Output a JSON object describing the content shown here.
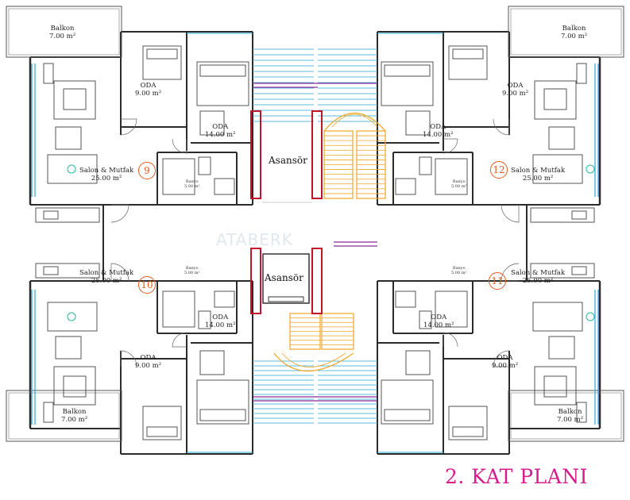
{
  "plan_title": "2. KAT PLANI",
  "watermark": "ATABERK",
  "colors": {
    "wall": "#2b2b2b",
    "cyan": "#25a9d6",
    "stair": "#f0a524",
    "elevator": "#c0142c",
    "purple": "#8b2a9a",
    "title": "#d81b8c",
    "unit_number": "#e35a1c",
    "bath_fill": "#5aa9d0"
  },
  "units": {
    "u9": {
      "number": "9",
      "balkon": "Balkon",
      "balkon_area": "7.00 m²",
      "oda_small": "ODA",
      "oda_small_area": "9.00 m²",
      "oda_large": "ODA",
      "oda_large_area": "14.00 m²",
      "salon": "Salon & Mutfak",
      "salon_area": "25.00 m²",
      "banyo": "Banyo",
      "banyo_area": "5.00 m²"
    },
    "u12": {
      "number": "12",
      "balkon": "Balkon",
      "balkon_area": "7.00 m²",
      "oda_small": "ODA",
      "oda_small_area": "9.00 m²",
      "oda_large": "ODA",
      "oda_large_area": "14.00 m²",
      "salon": "Salon & Mutfak",
      "salon_area": "25.00 m²",
      "banyo": "Banyo",
      "banyo_area": "5.00 m²"
    },
    "u10": {
      "number": "10",
      "balkon": "Balkon",
      "balkon_area": "7.00 m²",
      "oda_small": "ODA",
      "oda_small_area": "9.00 m²",
      "oda_large": "ODA",
      "oda_large_area": "14.00 m²",
      "salon": "Salon & Mutfak",
      "salon_area": "25.00 m²",
      "banyo": "Banyo",
      "banyo_area": "5.00 m²"
    },
    "u11": {
      "number": "11",
      "balkon": "Balkon",
      "balkon_area": "7.00 m²",
      "oda_small": "ODA",
      "oda_small_area": "9.00 m²",
      "oda_large": "ODA",
      "oda_large_area": "14.00 m²",
      "salon": "Salon & Mutfak",
      "salon_area": "25.00 m²",
      "banyo": "Banyo",
      "banyo_area": "5.00 m²"
    }
  },
  "elevators": {
    "top": "Asansör",
    "bottom": "Asansör"
  }
}
